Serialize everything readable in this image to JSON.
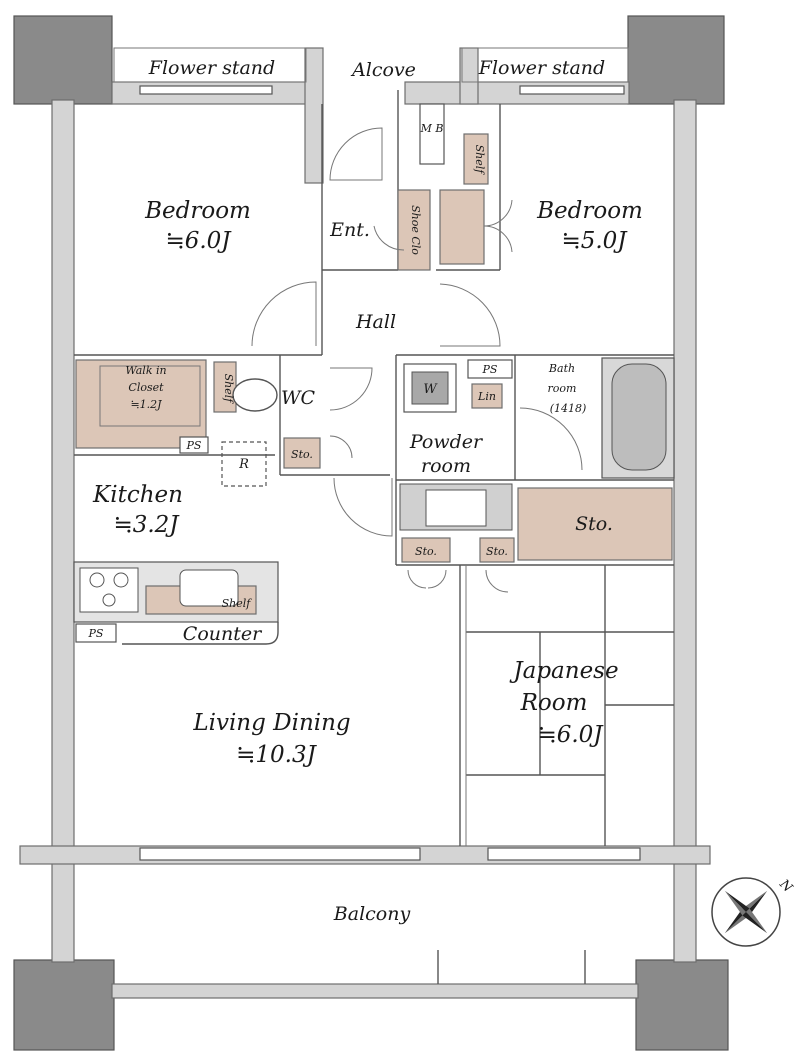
{
  "rooms": {
    "flower_stand_left": "Flower stand",
    "flower_stand_right": "Flower stand",
    "alcove": "Alcove",
    "mb": "M B",
    "shelf_right": "Shelf",
    "bedroom_left": "Bedroom",
    "bedroom_left_size": "≒6.0J",
    "bedroom_right": "Bedroom",
    "bedroom_right_size": "≒5.0J",
    "ent": "Ent.",
    "shoe_clo": "Shoe Clo",
    "hall": "Hall",
    "walk_in_line1": "Walk in",
    "walk_in_line2": "Closet",
    "walk_in_size": "≒1.2J",
    "shelf_wc": "Shelf",
    "wc": "WC",
    "ps_wc": "PS",
    "w": "W",
    "ps_powder": "PS",
    "lin": "Lin",
    "bath_line1": "Bath",
    "bath_line2": "room",
    "bath_line3": "(1418)",
    "powder_line1": "Powder",
    "powder_line2": "room",
    "r": "R",
    "sto_kitchen": "Sto.",
    "kitchen": "Kitchen",
    "kitchen_size": "≒3.2J",
    "sto_big": "Sto.",
    "sto_left": "Sto.",
    "sto_right": "Sto.",
    "shelf_kitchen": "Shelf",
    "ps_counter": "PS",
    "counter": "Counter",
    "japanese_line1": "Japanese",
    "japanese_line2": "Room",
    "japanese_size": "≒6.0J",
    "living": "Living Dining",
    "living_size": "≒10.3J",
    "balcony": "Balcony"
  },
  "compass": {
    "north_label": "N"
  }
}
